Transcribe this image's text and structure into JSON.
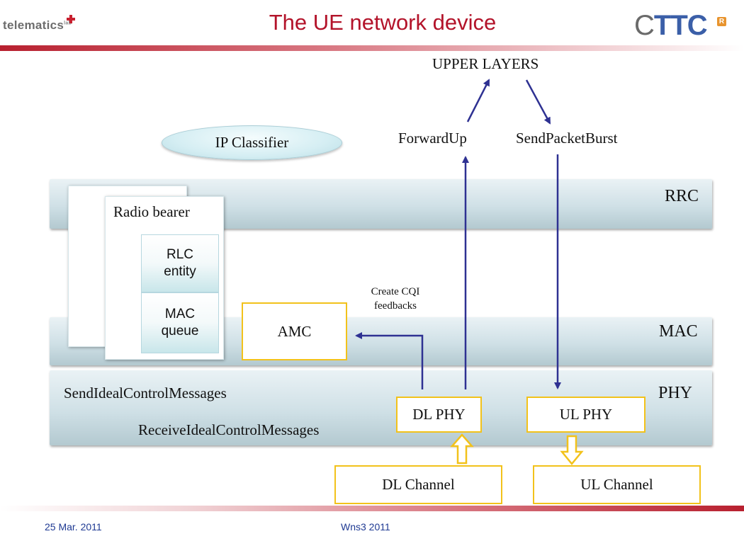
{
  "header": {
    "title": "The UE network device",
    "logo_left": "telematics",
    "logo_left_sup": "lab",
    "logo_right_c": "C",
    "logo_right_ttc": "TTC",
    "logo_right_badge": "R"
  },
  "diagram": {
    "upper_layers": "UPPER LAYERS",
    "forward_up": "ForwardUp",
    "send_packet_burst": "SendPacketBurst",
    "ip_classifier": "IP Classifier",
    "layers": {
      "rrc": "RRC",
      "mac": "MAC",
      "phy": "PHY"
    },
    "radio_bearer": "Radio bearer",
    "rlc_entity": [
      "RLC",
      "entity"
    ],
    "mac_queue": [
      "MAC",
      "queue"
    ],
    "amc": "AMC",
    "cqi": [
      "Create CQI",
      "feedbacks"
    ],
    "send_ideal": "SendIdealControlMessages",
    "receive_ideal": "ReceiveIdealControlMessages",
    "dl_phy": "DL PHY",
    "ul_phy": "UL PHY",
    "dl_channel": "DL Channel",
    "ul_channel": "UL Channel"
  },
  "footer": {
    "date": "25 Mar. 2011",
    "event": "Wns3 2011"
  },
  "colors": {
    "title": "#b3132a",
    "arrow": "#2e3192",
    "box_border": "#f2c21b"
  }
}
